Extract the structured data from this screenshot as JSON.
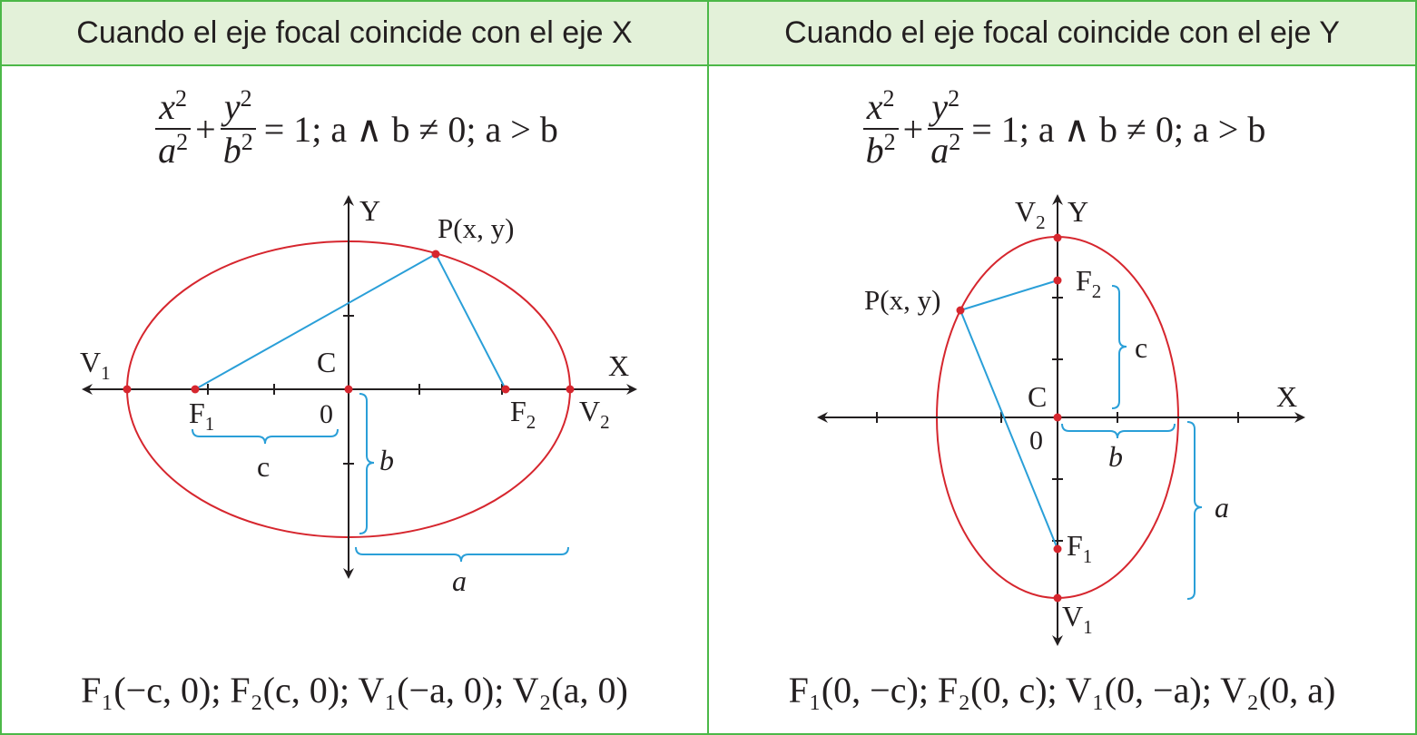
{
  "headers": {
    "left": "Cuando el eje focal coincide con el eje X",
    "right": "Cuando el eje focal coincide con el eje Y"
  },
  "formulas": {
    "left": {
      "num_var": "x",
      "num_exp": "2",
      "den_var": "a",
      "den_exp": "2",
      "plus": "+",
      "num2_var": "y",
      "num2_exp": "2",
      "den2_var": "b",
      "den2_exp": "2",
      "rest": "= 1; a ∧ b ≠ 0; a > b"
    },
    "right": {
      "num_var": "x",
      "num_exp": "2",
      "den_var": "b",
      "den_exp": "2",
      "plus": "+",
      "num2_var": "y",
      "num2_exp": "2",
      "den2_var": "a",
      "den2_exp": "2",
      "rest": "= 1; a ∧ b ≠ 0; a > b"
    }
  },
  "footers": {
    "left": "F₁(−c, 0); F₂(c, 0); V₁(−a, 0); V₂(a, 0)",
    "right": "F₁(0, −c); F₂(0, c); V₁(0, −a); V₂(0, a)"
  },
  "diagram_left": {
    "labels": {
      "y_axis": "Y",
      "x_axis": "X",
      "point": "P(x, y)",
      "center": "C",
      "origin": "0",
      "v1": "V",
      "v1_sub": "1",
      "v2": "V",
      "v2_sub": "2",
      "f1": "F",
      "f1_sub": "1",
      "f2": "F",
      "f2_sub": "2",
      "c": "c",
      "b": "b",
      "a": "a"
    }
  },
  "diagram_right": {
    "labels": {
      "y_axis": "Y",
      "x_axis": "X",
      "point": "P(x, y)",
      "center": "C",
      "origin": "0",
      "v1": "V",
      "v1_sub": "1",
      "v2": "V",
      "v2_sub": "2",
      "f1": "F",
      "f1_sub": "1",
      "f2": "F",
      "f2_sub": "2",
      "c": "c",
      "b": "b",
      "a": "a"
    }
  },
  "colors": {
    "border": "#4cb848",
    "header_bg": "#e3f1d9",
    "ellipse": "#d6262e",
    "segment": "#2a9fd8",
    "axis": "#231f20"
  }
}
